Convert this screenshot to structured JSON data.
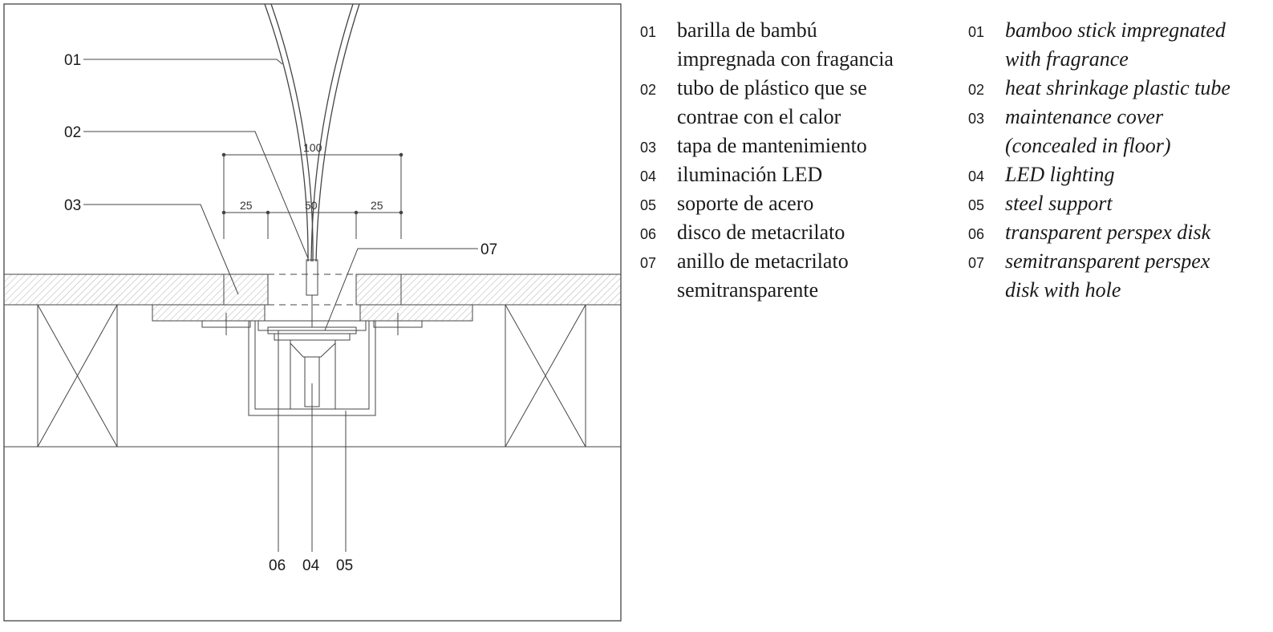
{
  "drawing": {
    "callouts": {
      "c01": "01",
      "c02": "02",
      "c03": "03",
      "c07": "07",
      "c06": "06",
      "c04": "04",
      "c05": "05"
    },
    "dimensions": {
      "total": "100",
      "left": "25",
      "middle": "50",
      "right": "25"
    }
  },
  "legend_es": [
    {
      "num": "01",
      "text": [
        "barilla de bambú",
        "impregnada con fragancia"
      ]
    },
    {
      "num": "02",
      "text": [
        "tubo de plástico que se",
        "contrae con el calor"
      ]
    },
    {
      "num": "03",
      "text": [
        "tapa de mantenimiento"
      ]
    },
    {
      "num": "04",
      "text": [
        "iluminación LED"
      ]
    },
    {
      "num": "05",
      "text": [
        "soporte de acero"
      ]
    },
    {
      "num": "06",
      "text": [
        "disco de metacrilato"
      ]
    },
    {
      "num": "07",
      "text": [
        "anillo de metacrilato",
        "semitransparente"
      ]
    }
  ],
  "legend_en": [
    {
      "num": "01",
      "text": [
        "bamboo stick impregnated",
        "with fragrance"
      ]
    },
    {
      "num": "02",
      "text": [
        "heat shrinkage plastic tube"
      ]
    },
    {
      "num": "03",
      "text": [
        "maintenance cover",
        "(concealed in floor)"
      ]
    },
    {
      "num": "04",
      "text": [
        "LED lighting"
      ]
    },
    {
      "num": "05",
      "text": [
        "steel support"
      ]
    },
    {
      "num": "06",
      "text": [
        "transparent perspex disk"
      ]
    },
    {
      "num": "07",
      "text": [
        "semitransparent perspex",
        "disk with hole"
      ]
    }
  ]
}
